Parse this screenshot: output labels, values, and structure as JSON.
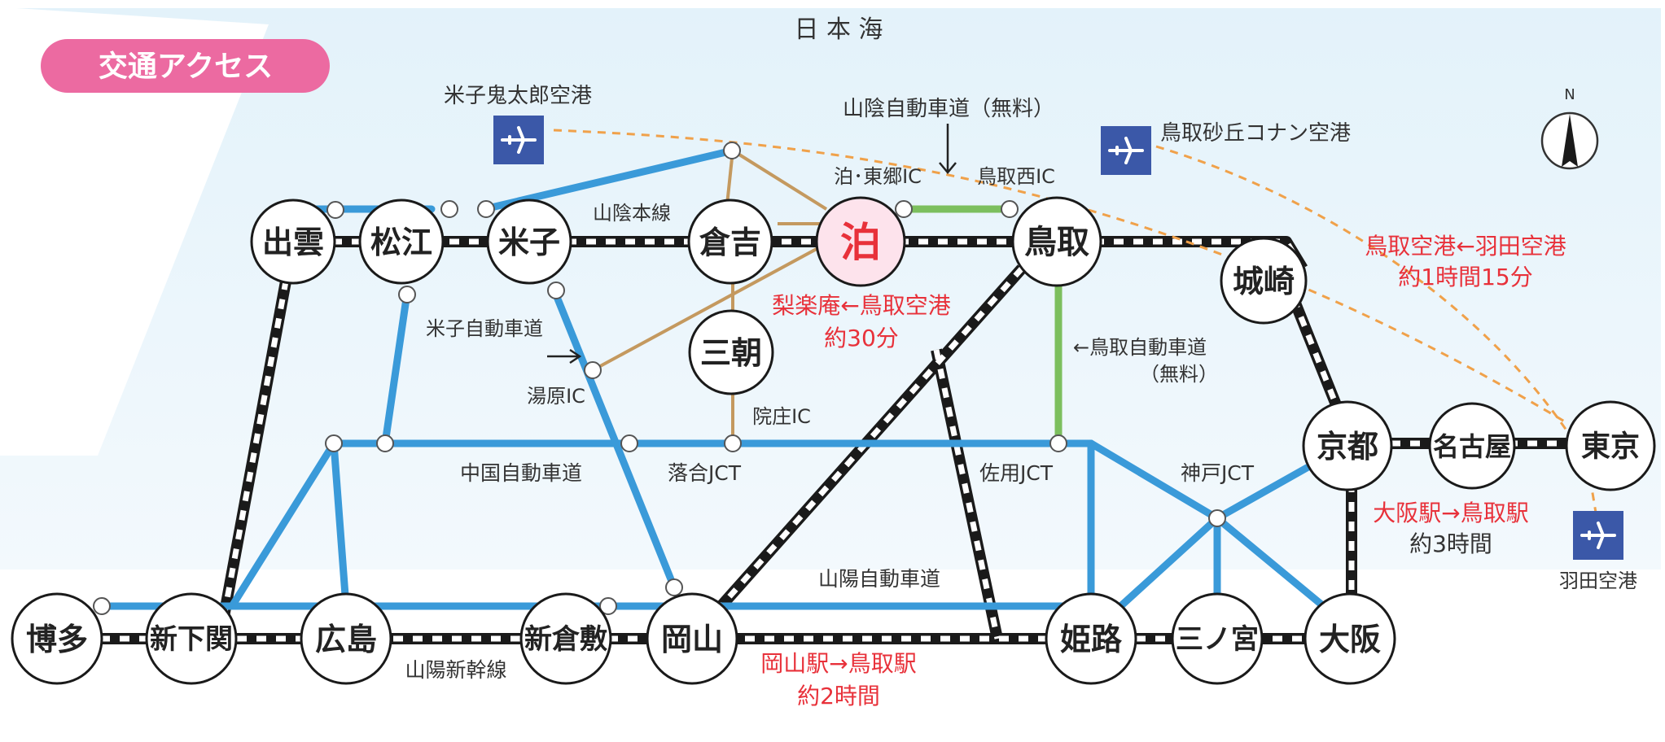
{
  "title": "交通アクセス",
  "sea_label": "日 本 海",
  "compass_label": "N",
  "stations": {
    "izumo": "出雲",
    "matsue": "松江",
    "yonago": "米子",
    "kurayoshi": "倉吉",
    "tomari": "泊",
    "tottori": "鳥取",
    "kinosaki": "城崎",
    "misasa": "三朝",
    "kyoto": "京都",
    "nagoya": "名古屋",
    "tokyo": "東京",
    "hakata": "博多",
    "shinshimonoseki": "新下関",
    "hiroshima": "広島",
    "shinkurashiki": "新倉敷",
    "okayama": "岡山",
    "himeji": "姫路",
    "sannomiya": "三ノ宮",
    "osaka": "大阪"
  },
  "airports": {
    "yonago": "米子鬼太郎空港",
    "tottori": "鳥取砂丘コナン空港",
    "haneda": "羽田空港"
  },
  "labels": {
    "sanin_expressway": "山陰自動車道（無料）",
    "tomari_togo_ic": "泊･東郷IC",
    "tottori_nishi_ic": "鳥取西IC",
    "sanin_line": "山陰本線",
    "yonago_expressway": "米子自動車道",
    "yubara_ic": "湯原IC",
    "innosho_ic": "院庄IC",
    "tottori_expressway": "←鳥取自動車道",
    "tottori_expressway_free": "（無料）",
    "chugoku_expressway": "中国自動車道",
    "ochiai_jct": "落合JCT",
    "sayo_jct": "佐用JCT",
    "kobe_jct": "神戸JCT",
    "sanyo_expressway": "山陽自動車道",
    "sanyo_shinkansen": "山陽新幹線"
  },
  "notes": {
    "rirakuan_line1": "梨楽庵←鳥取空港",
    "rirakuan_line2": "約30分",
    "haneda_line1": "鳥取空港←羽田空港",
    "haneda_line2": "約1時間15分",
    "osaka_line1": "大阪駅→鳥取駅",
    "osaka_line2": "約3時間",
    "okayama_line1": "岡山駅→鳥取駅",
    "okayama_line2": "約2時間"
  },
  "colors": {
    "highway": "#3a9ad9",
    "free_highway": "#7cbf5e",
    "local_road": "#c4995f",
    "rail": "#1a1a1a",
    "flight": "#f0a14a",
    "accent_red": "#e8313a",
    "title_bg": "#ec6aa1",
    "airport_bg": "#3b58a8",
    "tomari_fill": "#fde3ec"
  }
}
